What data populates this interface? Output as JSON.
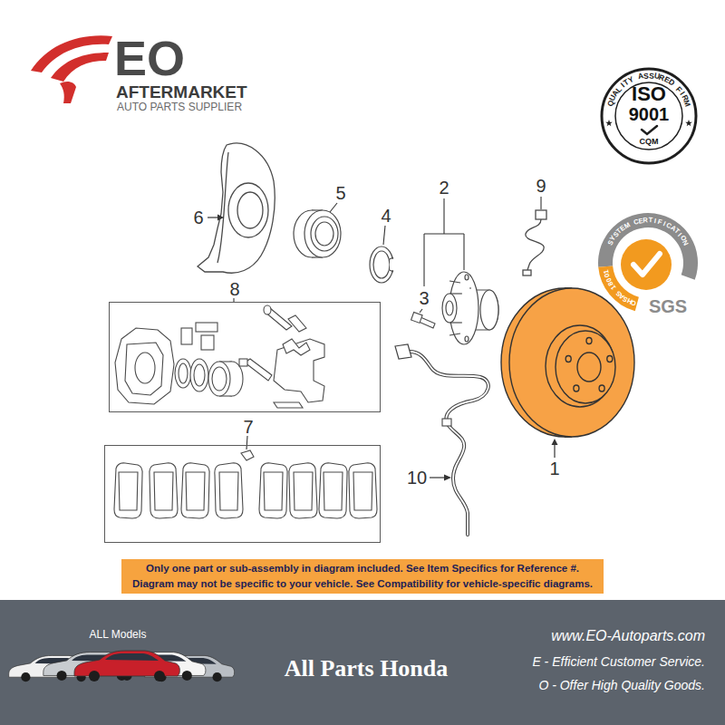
{
  "diagram": {
    "nodes": [
      {
        "text": [
          "8"
        ]
      },
      {
        "text": [
          "7"
        ]
      },
      {
        "text": [
          "Only one part or sub-assembly in diagram included. See Item Specifics for Reference #.",
          "Diagram may not be specific to your vehicle. See Compatibility for vehicle-specific diagrams."
        ]
      },
      {
        "text": [
          "ALL Models",
          "All Parts Honda",
          "www.EO-Autoparts.com",
          "E - Efficient Customer Service.",
          "O - Offer High Quality Goods."
        ]
      }
    ],
    "labels": [
      "EO",
      "AFTERMARKET",
      "AUTO PARTS SUPPLIER",
      "QUALITY ASSURED FIRM",
      "ISO",
      "9001",
      "CQM",
      "SYSTEM CERTIFICATION",
      "OHSAS 18001",
      "SGS",
      "6",
      "5",
      "4",
      "2",
      "9",
      "3",
      "1",
      "10"
    ]
  }
}
